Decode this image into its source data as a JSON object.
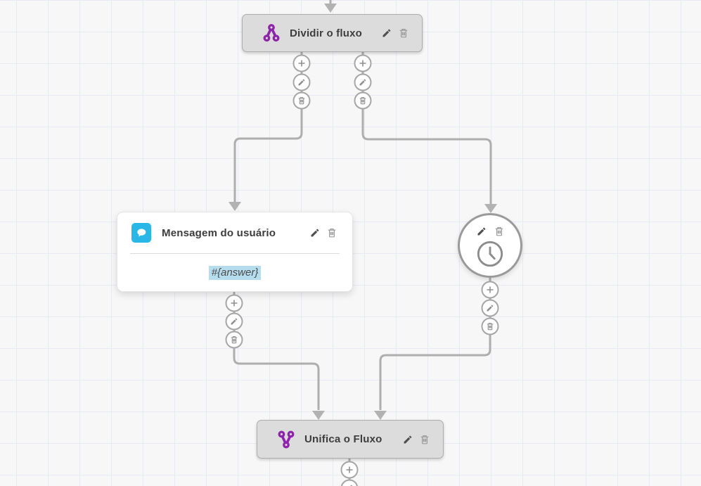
{
  "canvas": {
    "background_color": "#f7f7f8",
    "grid_line_color": "#e8eaf1",
    "connector_color": "#aeaeae"
  },
  "nodes": {
    "split": {
      "title": "Dividir o fluxo",
      "icon": "split-flow-icon",
      "icon_color": "#8e24aa"
    },
    "user_message": {
      "title": "Mensagem do usuário",
      "icon": "chat-bubble-icon",
      "icon_color": "#29b7e8",
      "body_text": "#{answer}",
      "body_highlight_color": "#b5ddee"
    },
    "timer": {
      "icon": "clock-icon"
    },
    "merge": {
      "title": "Unifica o Fluxo",
      "icon": "merge-flow-icon",
      "icon_color": "#8e24aa"
    }
  },
  "port_actions": {
    "add": "plus-icon",
    "edit": "pencil-icon",
    "delete": "trash-icon"
  }
}
